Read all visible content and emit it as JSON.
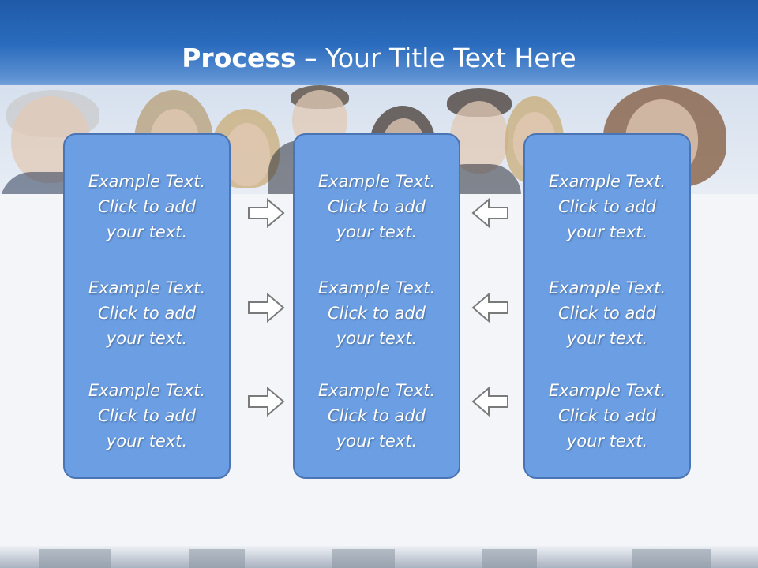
{
  "slide": {
    "title_bold": "Process",
    "title_rest": " – Your Title Text Here"
  },
  "panels": [
    {
      "items": [
        "Example Text.\nClick  to add\nyour text.",
        "Example Text.\nClick  to add\nyour text.",
        "Example Text.\nClick  to add\nyour text."
      ]
    },
    {
      "items": [
        "Example Text.\nClick  to add\nyour text.",
        "Example Text.\nClick  to add\nyour text.",
        "Example Text.\nClick  to add\nyour text."
      ]
    },
    {
      "items": [
        "Example Text.\nClick  to add\nyour text.",
        "Example Text.\nClick  to add\nyour text.",
        "Example Text.\nClick  to add\nyour text."
      ]
    }
  ],
  "arrows": {
    "left_group": "arrow-right-icon",
    "right_group": "arrow-left-icon"
  },
  "colors": {
    "title_band": "#1f5aa8",
    "panel_fill": "#6b9ee3",
    "panel_border": "#4a74b3",
    "arrow_stroke": "#7a7a7a"
  }
}
